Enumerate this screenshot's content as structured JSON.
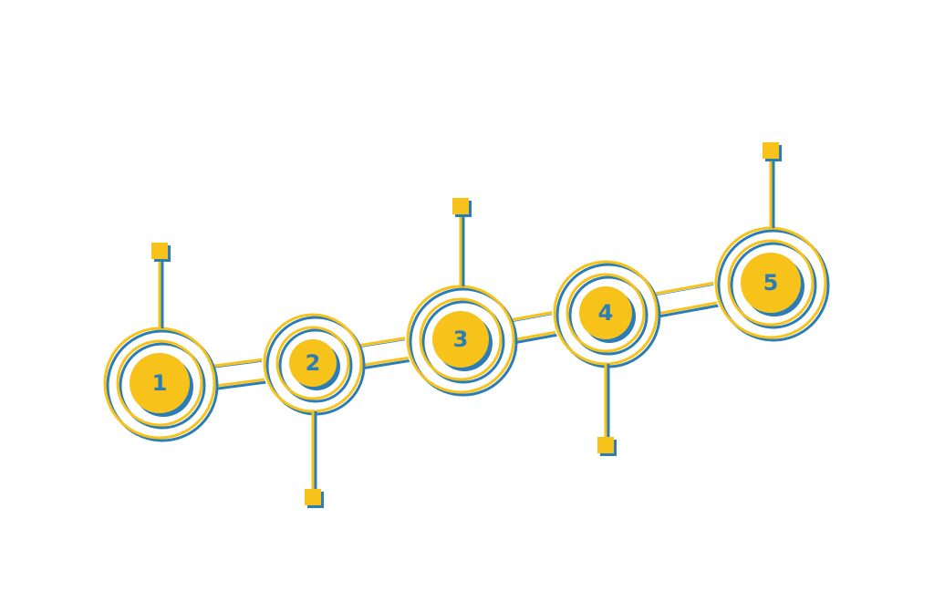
{
  "colors": {
    "accent_yellow": "#F7C21A",
    "accent_blue": "#2A7DB5",
    "background": "#FFFFFF"
  },
  "steps": [
    {
      "number": "1",
      "marker": "top"
    },
    {
      "number": "2",
      "marker": "bottom"
    },
    {
      "number": "3",
      "marker": "top"
    },
    {
      "number": "4",
      "marker": "bottom"
    },
    {
      "number": "5",
      "marker": "top"
    }
  ]
}
